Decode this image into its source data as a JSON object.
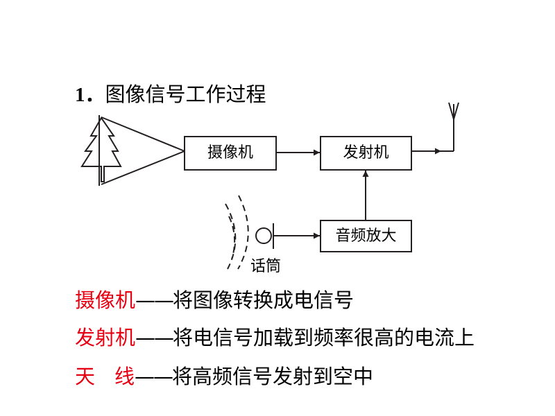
{
  "title": {
    "number": "1．",
    "text": "图像信号工作过程"
  },
  "diagram": {
    "camera": "摄像机",
    "transmitter": "发射机",
    "audio_amp": "音频放大",
    "microphone": "话筒"
  },
  "definitions": [
    {
      "term": "摄像机",
      "dash": "——",
      "desc": "将图像转换成电信号"
    },
    {
      "term": "发射机",
      "dash": "——",
      "desc": "将电信号加载到频率很高的电流上"
    },
    {
      "term_a": "天",
      "term_b": "线",
      "dash": "——",
      "desc": "将高频信号发射到空中"
    }
  ],
  "colors": {
    "term": "#e60012",
    "text": "#000000"
  }
}
